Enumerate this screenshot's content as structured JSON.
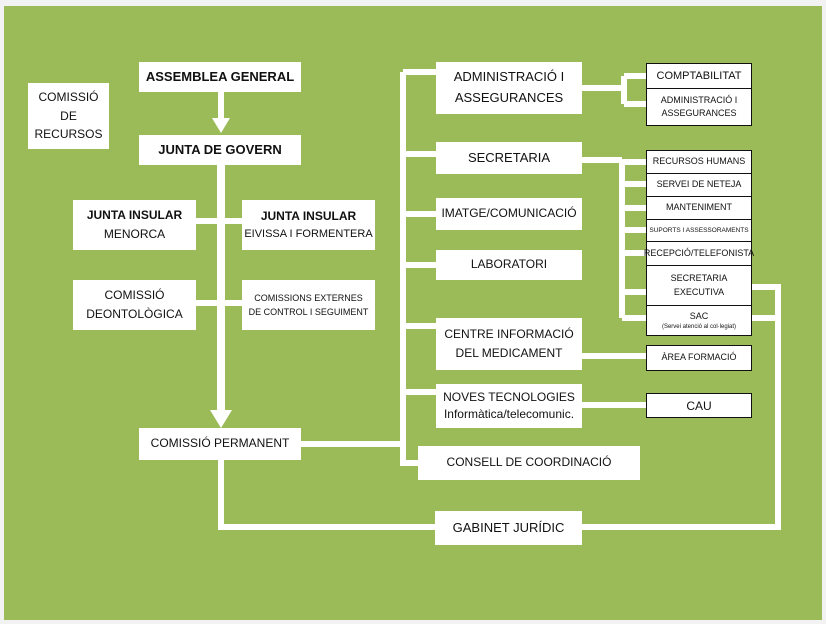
{
  "left": {
    "assemblea": "ASSEMBLEA GENERAL",
    "junta_govern": "JUNTA DE GOVERN",
    "comissio_recursos": [
      "COMISSIÓ",
      "DE",
      "RECURSOS"
    ],
    "junta_menorca": [
      "JUNTA INSULAR",
      "MENORCA"
    ],
    "junta_eivissa": [
      "JUNTA INSULAR",
      "EIVISSA I FORMENTERA"
    ],
    "deontologica": [
      "COMISSIÓ",
      "DEONTOLÒGICA"
    ],
    "externes": [
      "COMISSIONS EXTERNES",
      "DE CONTROL I SEGUIMENT"
    ],
    "permanent": "COMISSIÓ PERMANENT"
  },
  "middle": {
    "administracio": [
      "ADMINISTRACIÓ I",
      "ASSEGURANCES"
    ],
    "secretaria": "SECRETARIA",
    "imatge": "IMATGE/COMUNICACIÓ",
    "laboratori": "LABORATORI",
    "cim": [
      "CENTRE INFORMACIÓ",
      "DEL MEDICAMENT"
    ],
    "noves": [
      "NOVES TECNOLOGIES",
      "Informàtica/telecomunic."
    ],
    "consell": "CONSELL DE COORDINACIÓ",
    "gabinet": "GABINET JURÍDIC"
  },
  "right": {
    "comptabilitat": "COMPTABILITAT",
    "admin_small": [
      "ADMINISTRACIÓ I",
      "ASSEGURANCES"
    ],
    "rrhh": "RECURSOS HUMANS",
    "neteja": "SERVEI DE NETEJA",
    "manteniment": "MANTENIMENT",
    "suports": "SUPORTS I ASSESSORAMENTS",
    "recepcio": "RECEPCIÓ/TELEFONISTA",
    "sec_exec": [
      "SECRETARIA",
      "EXECUTIVA"
    ],
    "sac": [
      "SAC",
      "(Servei atenció al col·legiat)"
    ],
    "formacio": "ÀREA FORMACIÓ",
    "cau": "CAU"
  }
}
